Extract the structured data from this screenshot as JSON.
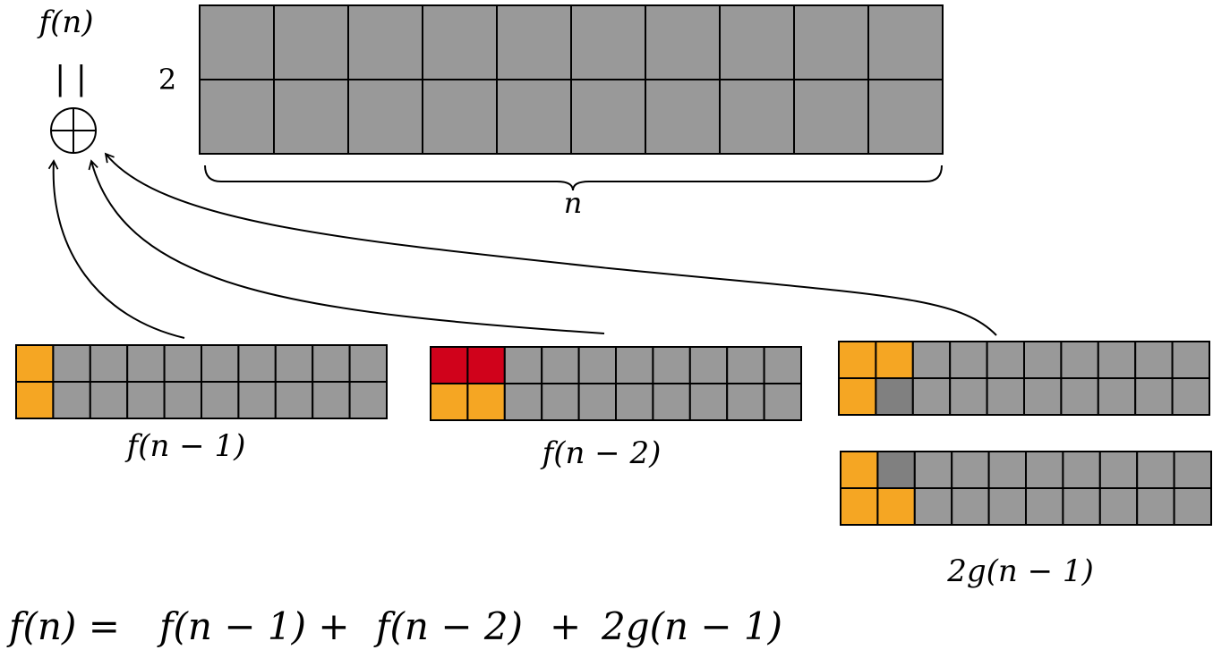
{
  "labels": {
    "f_n": "f(n)",
    "parallel": "| |",
    "height": "2",
    "width": "n",
    "f_n_minus_1": "f(n − 1)",
    "f_n_minus_2": "f(n − 2)",
    "two_g_n_minus_1": "2g(n − 1)"
  },
  "equation": {
    "lhs": "f(n) =",
    "term1": "f(n − 1) +",
    "term2": "f(n − 2)",
    "plus": "+",
    "term3": "2g(n − 1)"
  },
  "colors": {
    "gray": "#999999",
    "dark_gray": "#808080",
    "orange": "#f5a623",
    "red": "#d0021b",
    "stroke": "#000000"
  },
  "grids": {
    "full": {
      "rows": 2,
      "cols": 10,
      "highlights": []
    },
    "case_f_n_minus_1": {
      "rows": 2,
      "cols": 10,
      "highlights": [
        [
          0,
          0,
          "orange"
        ],
        [
          1,
          0,
          "orange"
        ]
      ]
    },
    "case_f_n_minus_2": {
      "rows": 2,
      "cols": 10,
      "highlights": [
        [
          0,
          0,
          "red"
        ],
        [
          0,
          1,
          "red"
        ],
        [
          1,
          0,
          "orange"
        ],
        [
          1,
          1,
          "orange"
        ]
      ]
    },
    "case_g_top": {
      "rows": 2,
      "cols": 10,
      "highlights": [
        [
          0,
          0,
          "orange"
        ],
        [
          0,
          1,
          "orange"
        ],
        [
          1,
          0,
          "orange"
        ],
        [
          1,
          1,
          "dark_gray"
        ]
      ]
    },
    "case_g_bottom": {
      "rows": 2,
      "cols": 10,
      "highlights": [
        [
          0,
          0,
          "orange"
        ],
        [
          0,
          1,
          "dark_gray"
        ],
        [
          1,
          0,
          "orange"
        ],
        [
          1,
          1,
          "orange"
        ]
      ]
    }
  }
}
